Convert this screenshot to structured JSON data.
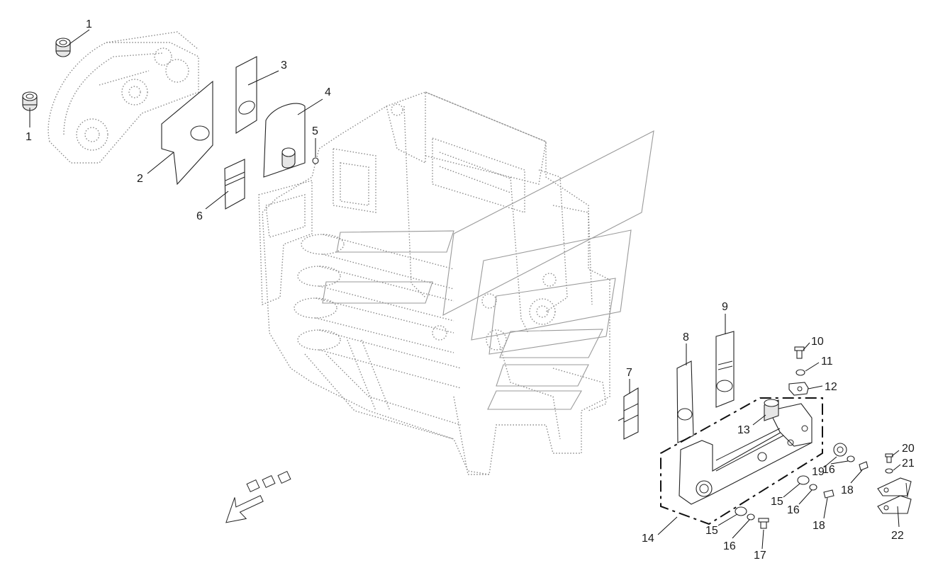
{
  "diagram": {
    "callouts": [
      {
        "id": "c1a",
        "text": "1"
      },
      {
        "id": "c1b",
        "text": "1"
      },
      {
        "id": "c2",
        "text": "2"
      },
      {
        "id": "c3",
        "text": "3"
      },
      {
        "id": "c4",
        "text": "4"
      },
      {
        "id": "c5",
        "text": "5"
      },
      {
        "id": "c6",
        "text": "6"
      },
      {
        "id": "c7",
        "text": "7"
      },
      {
        "id": "c8",
        "text": "8"
      },
      {
        "id": "c9",
        "text": "9"
      },
      {
        "id": "c10",
        "text": "10"
      },
      {
        "id": "c11",
        "text": "11"
      },
      {
        "id": "c12",
        "text": "12"
      },
      {
        "id": "c13",
        "text": "13"
      },
      {
        "id": "c14",
        "text": "14"
      },
      {
        "id": "c15a",
        "text": "15"
      },
      {
        "id": "c15b",
        "text": "15"
      },
      {
        "id": "c16a",
        "text": "16"
      },
      {
        "id": "c16b",
        "text": "16"
      },
      {
        "id": "c16c",
        "text": "16"
      },
      {
        "id": "c17",
        "text": "17"
      },
      {
        "id": "c18a",
        "text": "18"
      },
      {
        "id": "c18b",
        "text": "18"
      },
      {
        "id": "c19",
        "text": "19"
      },
      {
        "id": "c20",
        "text": "20"
      },
      {
        "id": "c21",
        "text": "21"
      },
      {
        "id": "c22",
        "text": "22"
      }
    ]
  }
}
